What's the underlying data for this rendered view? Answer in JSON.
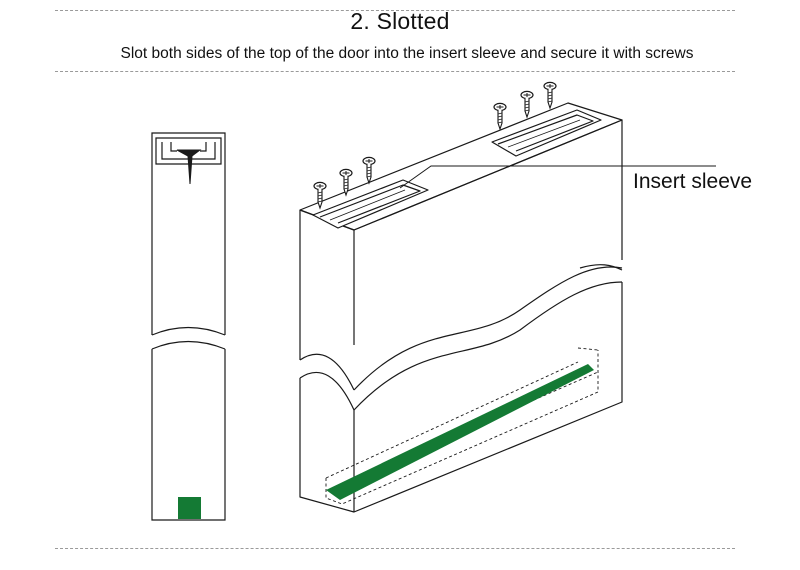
{
  "header": {
    "title": "2. Slotted",
    "subtitle": "Slot both sides of the top of the door into the insert sleeve and secure it with screws"
  },
  "callout": {
    "label": "Insert sleeve"
  },
  "colors": {
    "line": "#1a1a1a",
    "seal_strip": "#147a34",
    "rule": "#9a9a9a",
    "background": "#ffffff"
  }
}
